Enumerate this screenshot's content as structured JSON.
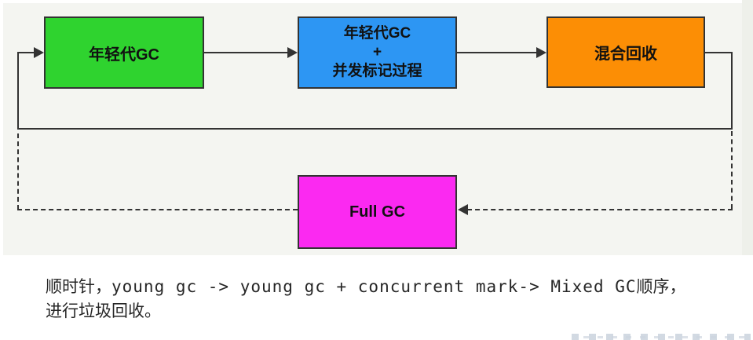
{
  "diagram": {
    "title_hint": "G1 GC collection cycle",
    "nodes": {
      "young_gc": {
        "label": "年轻代GC",
        "color": "#2fd32f"
      },
      "young_plus_mark": {
        "line1": "年轻代GC",
        "line2": "+",
        "line3": "并发标记过程",
        "color": "#2d96f3"
      },
      "mixed_gc": {
        "label": "混合回收",
        "color": "#fc8e05"
      },
      "full_gc": {
        "label": "Full GC",
        "color": "#fb29f1"
      }
    },
    "colors": {
      "line": "#333333",
      "diagram_background": "#f4f5f1",
      "page_background": "#ffffff"
    },
    "edges": [
      "loop-return-into-young-gc (solid)",
      "young-gc -> young-gc+concurrent-mark (solid)",
      "young-gc+concurrent-mark -> mixed-gc (solid)",
      "mixed-gc -> loop-return (solid)",
      "loop -> full-gc (dashed, arrow into right side of Full GC)",
      "full-gc -> loop-return (dashed)"
    ]
  },
  "caption": {
    "line1_prefix": "顺时针，",
    "line1_code": "young gc -> young gc + concurrent mark-> Mixed GC",
    "line1_suffix": "顺序，",
    "line2": "进行垃圾回收。"
  }
}
